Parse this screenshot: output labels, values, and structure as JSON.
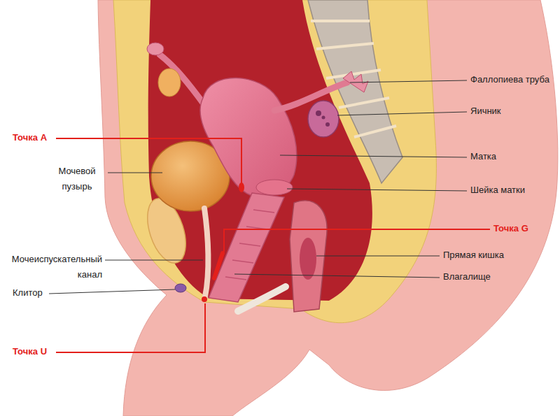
{
  "diagram": {
    "labels": [
      "Фаллопиева труба",
      "Яичник",
      "Точка A",
      "Матка",
      "Мочевой пузырь",
      "Шейка матки",
      "Точка G",
      "Мочеиспускательный канал",
      "Прямая кишка",
      "Клитор",
      "Влагалище",
      "Точка U"
    ]
  }
}
